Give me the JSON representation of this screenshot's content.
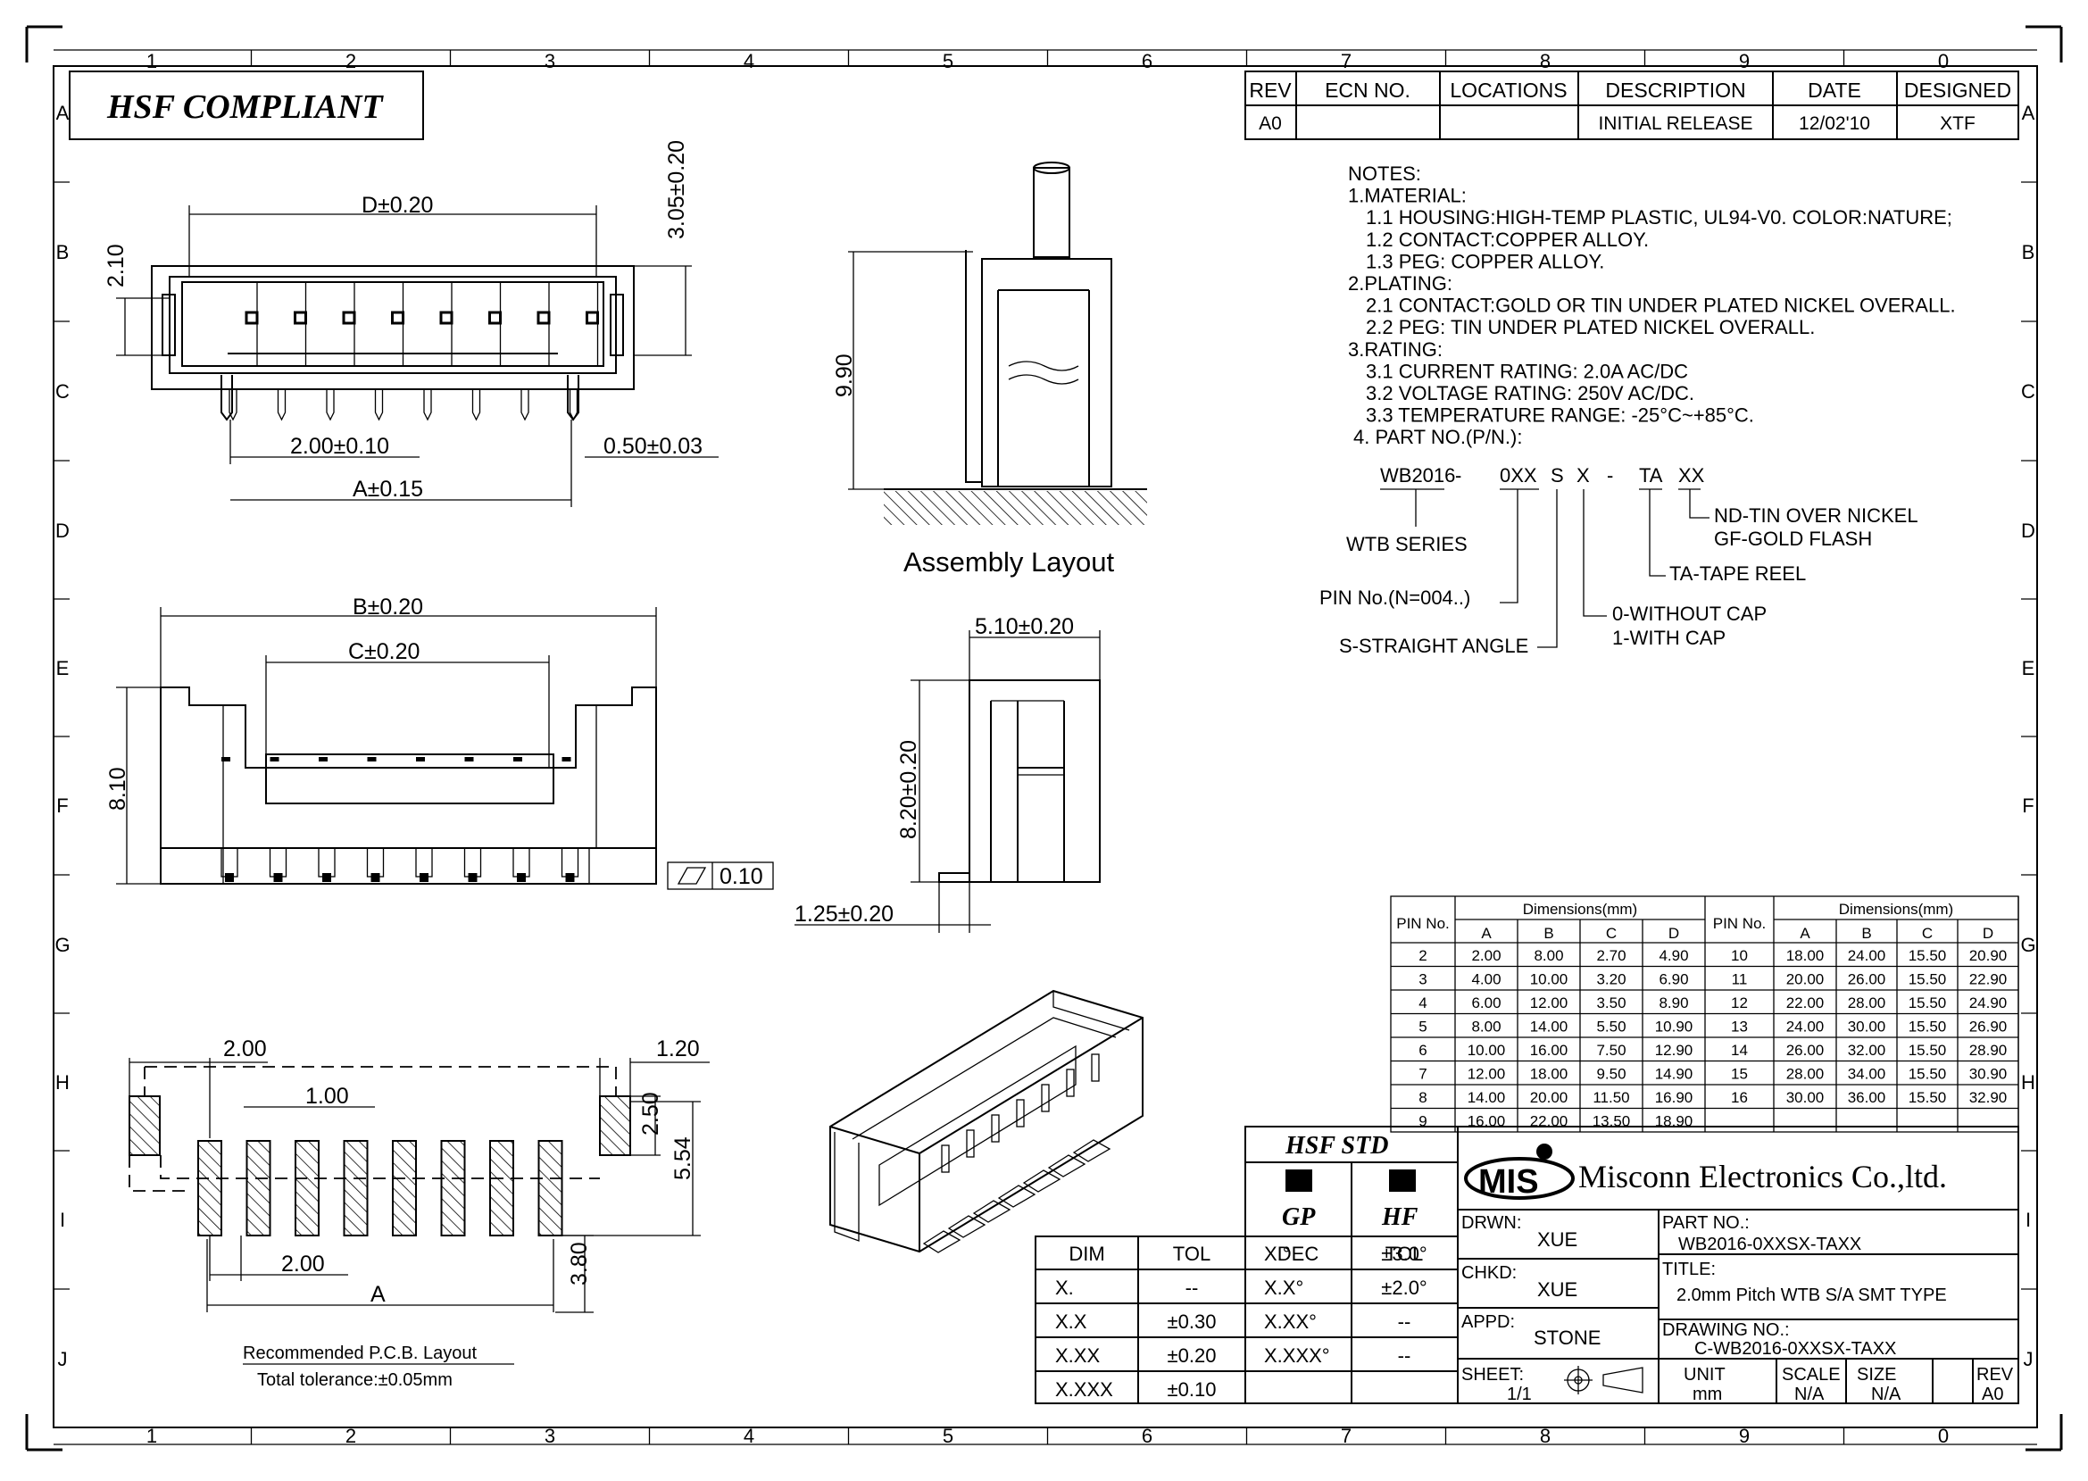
{
  "border": {
    "columns": [
      "1",
      "2",
      "3",
      "4",
      "5",
      "6",
      "7",
      "8",
      "9",
      "0"
    ],
    "rows": [
      "A",
      "B",
      "C",
      "D",
      "E",
      "F",
      "G",
      "H",
      "I",
      "J"
    ]
  },
  "compliance": "HSF  COMPLIANT",
  "revision_table": {
    "headers": [
      "REV",
      "ECN NO.",
      "LOCATIONS",
      "DESCRIPTION",
      "DATE",
      "DESIGNED"
    ],
    "row": [
      "A0",
      "",
      "",
      "INITIAL RELEASE",
      "12/02'10",
      "XTF"
    ]
  },
  "notes": {
    "lines": [
      "NOTES:",
      "1.MATERIAL:",
      "1.1  HOUSING:HIGH-TEMP  PLASTIC,  UL94-V0.  COLOR:NATURE;",
      "1.2  CONTACT:COPPER  ALLOY.",
      "1.3  PEG:  COPPER  ALLOY.",
      "2.PLATING:",
      "2.1  CONTACT:GOLD  OR  TIN  UNDER  PLATED  NICKEL  OVERALL.",
      "2.2  PEG:  TIN  UNDER  PLATED  NICKEL  OVERALL.",
      "3.RATING:",
      "3.1  CURRENT  RATING:  2.0A  AC/DC",
      "3.2  VOLTAGE  RATING:  250V  AC/DC.",
      "3.3  TEMPERATURE  RANGE:  -25°C~+85°C.",
      "4.  PART  NO.(P/N.):"
    ],
    "part_no_parts": [
      "WB2016",
      "-",
      "0XX",
      "S",
      "X",
      "-",
      "TA",
      "XX"
    ],
    "legend": {
      "series": "WTB  SERIES",
      "pin": "PIN  No.(N=004..)",
      "straight": "S-STRAIGHT  ANGLE",
      "cap0": "0-WITHOUT  CAP",
      "cap1": "1-WITH  CAP",
      "tape": "TA-TAPE  REEL",
      "nd": "ND-TIN  OVER  NICKEL",
      "gf": "GF-GOLD  FLASH"
    }
  },
  "top_view_dims": {
    "d": "D±0.20",
    "h305": "3.05±0.20",
    "h210": "2.10",
    "pitch": "2.00±0.10",
    "pin_w": "0.50±0.03",
    "a": "A±0.15"
  },
  "assembly": {
    "label": "Assembly  Layout",
    "height": "9.90"
  },
  "front_view_dims": {
    "b": "B±0.20",
    "c": "C±0.20",
    "h": "8.10",
    "flatness": "0.10"
  },
  "side_view_dims": {
    "w": "5.10±0.20",
    "h": "8.20±0.20",
    "foot": "1.25±0.20"
  },
  "pcb_layout": {
    "d200": "2.00",
    "d120": "1.20",
    "d100": "1.00",
    "d250": "2.50",
    "d554": "5.54",
    "d200b": "2.00",
    "a": "A",
    "d380": "3.80",
    "title": "Recommended  P.C.B.  Layout",
    "tolerance": "Total  tolerance:±0.05mm"
  },
  "dim_table": {
    "pin_label": "PIN No.",
    "group_label": "Dimensions(mm)",
    "cols": [
      "A",
      "B",
      "C",
      "D"
    ],
    "left": [
      [
        "2",
        "2.00",
        "8.00",
        "2.70",
        "4.90"
      ],
      [
        "3",
        "4.00",
        "10.00",
        "3.20",
        "6.90"
      ],
      [
        "4",
        "6.00",
        "12.00",
        "3.50",
        "8.90"
      ],
      [
        "5",
        "8.00",
        "14.00",
        "5.50",
        "10.90"
      ],
      [
        "6",
        "10.00",
        "16.00",
        "7.50",
        "12.90"
      ],
      [
        "7",
        "12.00",
        "18.00",
        "9.50",
        "14.90"
      ],
      [
        "8",
        "14.00",
        "20.00",
        "11.50",
        "16.90"
      ],
      [
        "9",
        "16.00",
        "22.00",
        "13.50",
        "18.90"
      ]
    ],
    "right": [
      [
        "10",
        "18.00",
        "24.00",
        "15.50",
        "20.90"
      ],
      [
        "11",
        "20.00",
        "26.00",
        "15.50",
        "22.90"
      ],
      [
        "12",
        "22.00",
        "28.00",
        "15.50",
        "24.90"
      ],
      [
        "13",
        "24.00",
        "30.00",
        "15.50",
        "26.90"
      ],
      [
        "14",
        "26.00",
        "32.00",
        "15.50",
        "28.90"
      ],
      [
        "15",
        "28.00",
        "34.00",
        "15.50",
        "30.90"
      ],
      [
        "16",
        "30.00",
        "36.00",
        "15.50",
        "32.90"
      ]
    ]
  },
  "tol_table": {
    "headers": [
      "DIM",
      "TOL"
    ],
    "rows": [
      [
        "X.",
        "--"
      ],
      [
        "X.X",
        "±0.30"
      ],
      [
        "X.XX",
        "±0.20"
      ],
      [
        "X.XXX",
        "±0.10"
      ]
    ]
  },
  "hsf_std": {
    "title": "HSF  STD",
    "gp": "GP",
    "hf": "HF",
    "headers": [
      "DEC",
      "TOL"
    ],
    "rows": [
      [
        "X.°",
        "±3.0°"
      ],
      [
        "X.X°",
        "±2.0°"
      ],
      [
        "X.XX°",
        "--"
      ],
      [
        "X.XXX°",
        "--"
      ]
    ]
  },
  "title_block": {
    "logo": "MIS",
    "company": "Misconn Electronics Co.,ltd.",
    "drwn_label": "DRWN:",
    "drwn": "XUE",
    "chkd_label": "CHKD:",
    "chkd": "XUE",
    "appd_label": "APPD:",
    "appd": "STONE",
    "part_label": "PART  NO.:",
    "part": "WB2016-0XXSX-TAXX",
    "title_label": "TITLE:",
    "title": "2.0mm  Pitch  WTB  S/A  SMT  TYPE",
    "drawing_label": "DRAWING  NO.:",
    "drawing": "C-WB2016-0XXSX-TAXX",
    "sheet_label": "SHEET:",
    "sheet": "1/1",
    "unit_label": "UNIT",
    "unit": "mm",
    "scale_label": "SCALE",
    "scale": "N/A",
    "size_label": "SIZE",
    "size": "N/A",
    "rev_label": "REV",
    "rev": "A0"
  }
}
